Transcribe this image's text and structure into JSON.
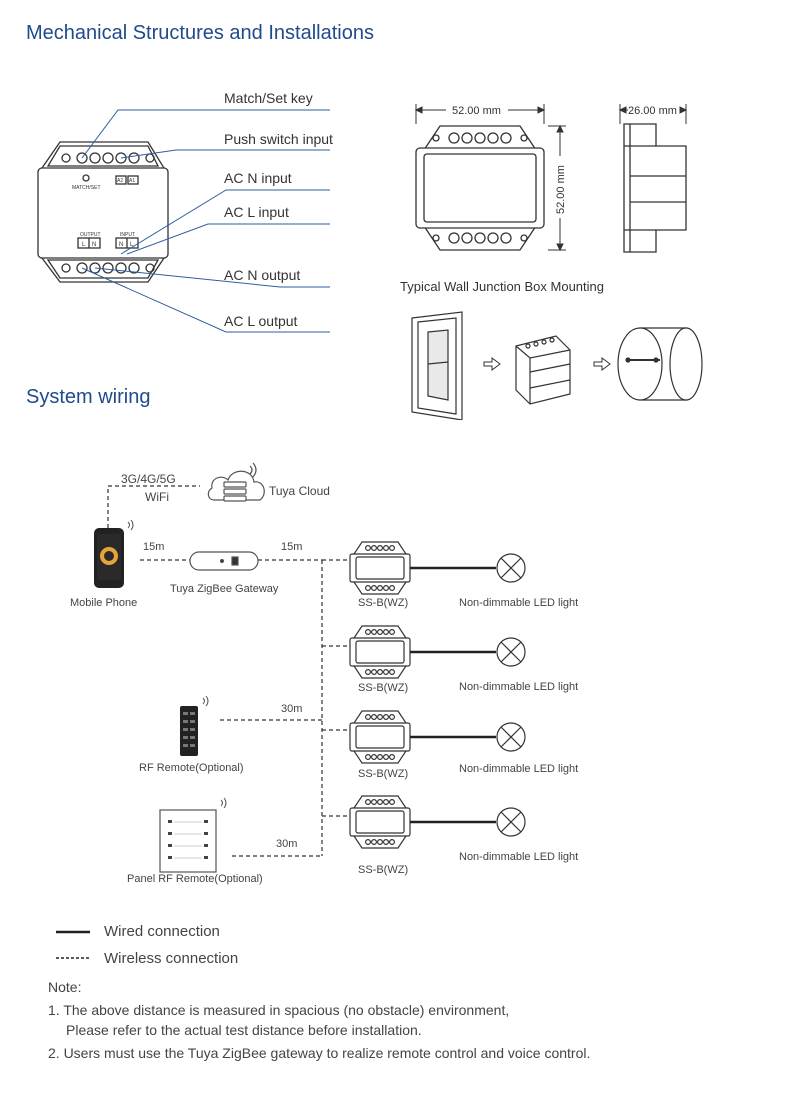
{
  "mechanical": {
    "title": "Mechanical Structures and Installations",
    "callouts": [
      "Match/Set key",
      "Push switch input",
      "AC N input",
      "AC L input",
      "AC N output",
      "AC L output"
    ],
    "device_labels": {
      "match_set": "MATCH/SET",
      "a2": "A2",
      "a1": "A1",
      "output": "OUTPUT",
      "input": "INPUT",
      "l": "L",
      "n": "N"
    },
    "dim_width": "52.00 mm",
    "dim_height": "52.00 mm",
    "dim_depth": "26.00 mm",
    "mounting_title": "Typical Wall Junction Box Mounting"
  },
  "wiring": {
    "title": "System wiring",
    "network_label": "3G/4G/5G",
    "wifi_label": "WiFi",
    "cloud_label": "Tuya Cloud",
    "phone_label": "Mobile Phone",
    "gateway_label": "Tuya ZigBee Gateway",
    "dist_phone_gateway": "15m",
    "dist_gateway_devices": "15m",
    "rf_remote_label": "RF Remote(Optional)",
    "panel_remote_label": "Panel RF Remote(Optional)",
    "dist_rf": "30m",
    "dist_panel": "30m",
    "devices": [
      {
        "label": "SS-B(WZ)",
        "light": "Non-dimmable LED light"
      },
      {
        "label": "SS-B(WZ)",
        "light": "Non-dimmable LED light"
      },
      {
        "label": "SS-B(WZ)",
        "light": "Non-dimmable LED light"
      },
      {
        "label": "SS-B(WZ)",
        "light": "Non-dimmable LED light"
      }
    ]
  },
  "legend": {
    "wired": "Wired connection",
    "wireless": "Wireless connection"
  },
  "notes": {
    "heading": "Note:",
    "line1": "1. The above distance is measured in spacious (no obstacle) environment,",
    "line1b": "Please refer to the actual test distance before installation.",
    "line2": "2.  Users must use the Tuya ZigBee gateway to realize remote control and voice control."
  },
  "colors": {
    "title": "#1f4a8c",
    "leader": "#2e5fa0",
    "line": "#333333"
  }
}
